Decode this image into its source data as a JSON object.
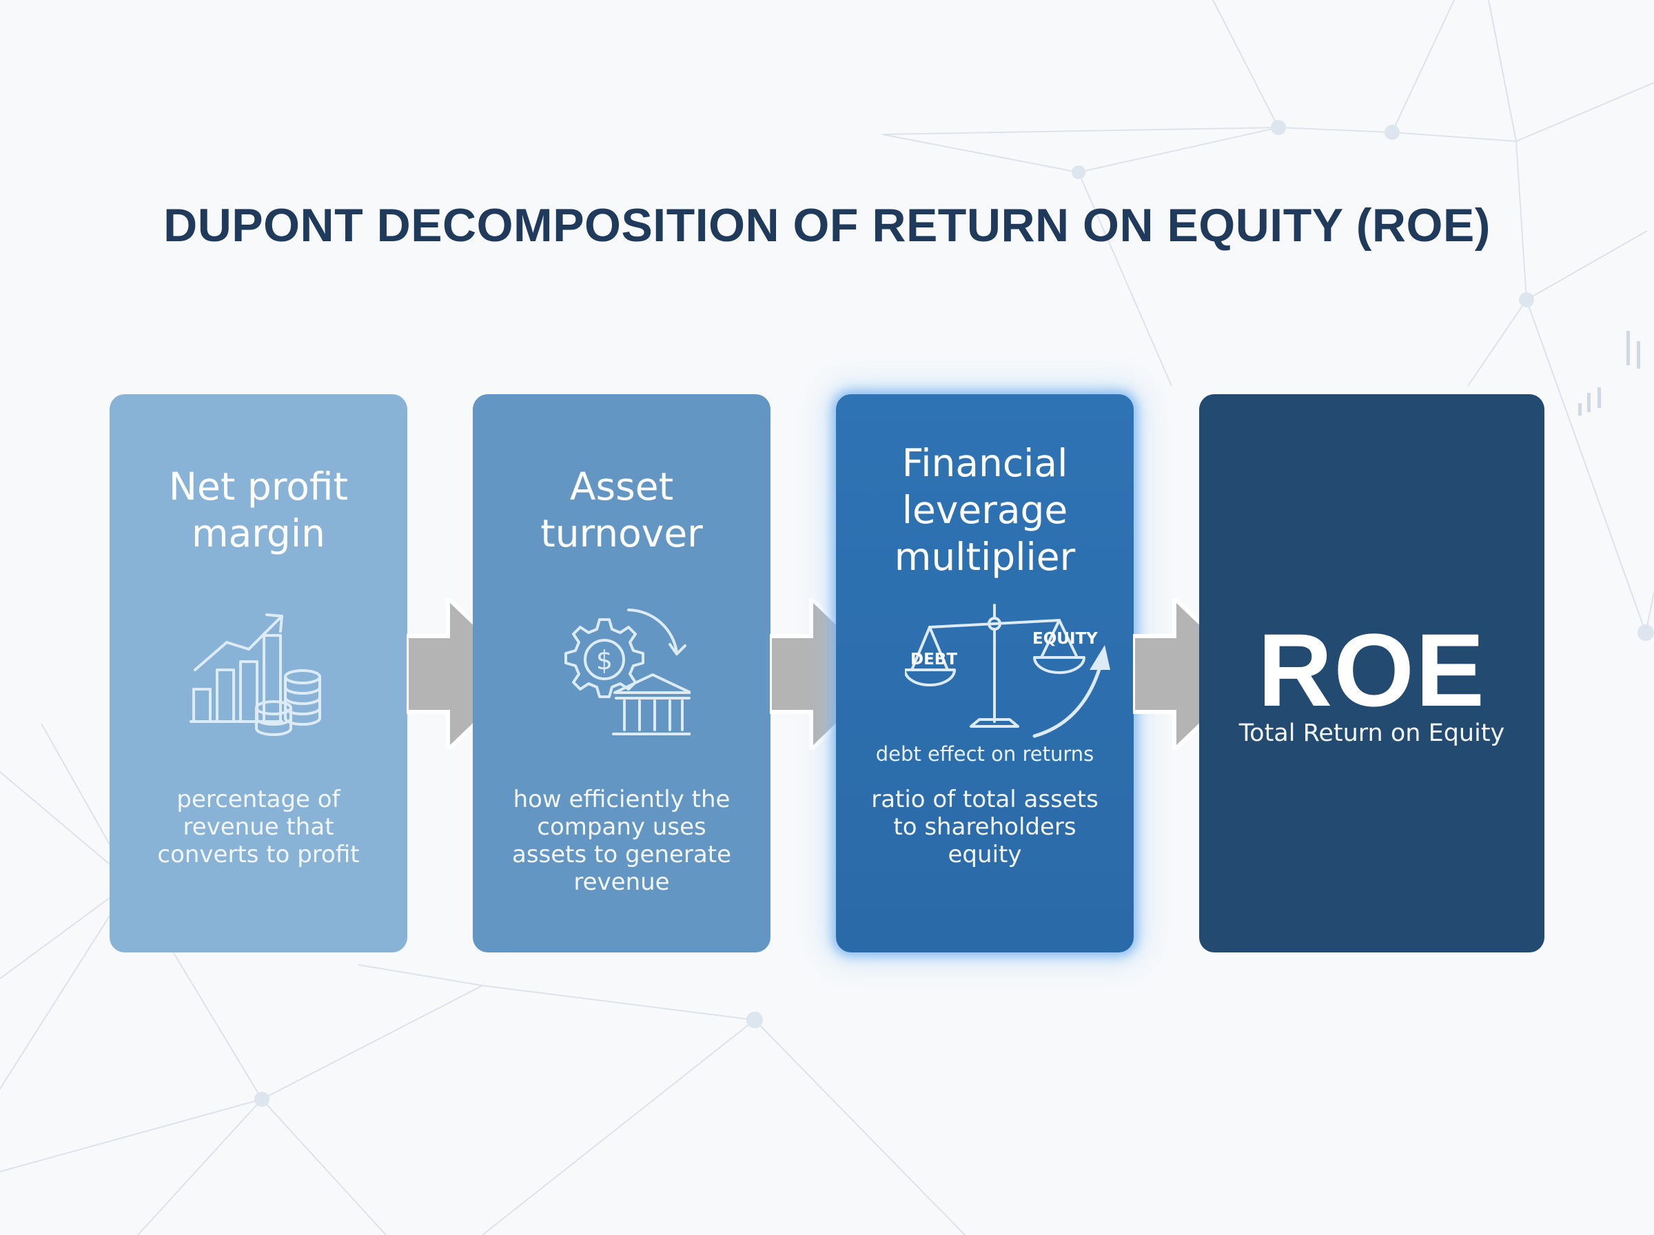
{
  "title": "DUPONT DECOMPOSITION OF RETURN ON EQUITY (ROE)",
  "cards": [
    {
      "title_lines": [
        "Net profit",
        "margin"
      ],
      "icon": "growth-chart-coins-icon",
      "desc_lines": [
        "percentage of",
        "revenue that",
        "converts to profit"
      ]
    },
    {
      "title_lines": [
        "Asset",
        "turnover"
      ],
      "icon": "gear-dollar-bank-icon",
      "desc_lines": [
        "how efficiently the",
        "company uses",
        "assets to generate",
        "revenue"
      ]
    },
    {
      "title_lines": [
        "Financial",
        "leverage",
        "multiplier"
      ],
      "icon": "balance-scale-icon",
      "scale_left_label": "DEBT",
      "scale_right_label": "EQUITY",
      "caption": "debt effect on returns",
      "desc_lines": [
        "ratio of total assets",
        "to shareholders",
        "equity"
      ]
    }
  ],
  "result": {
    "big": "ROE",
    "sub": "Total Return on Equity"
  },
  "colors": {
    "title": "#1f3a5a",
    "card1": "#88b3d6",
    "card2": "#6396c2",
    "card3": "#2b6aa8",
    "card4": "#234a71",
    "arrow": "#b4b4b4"
  }
}
